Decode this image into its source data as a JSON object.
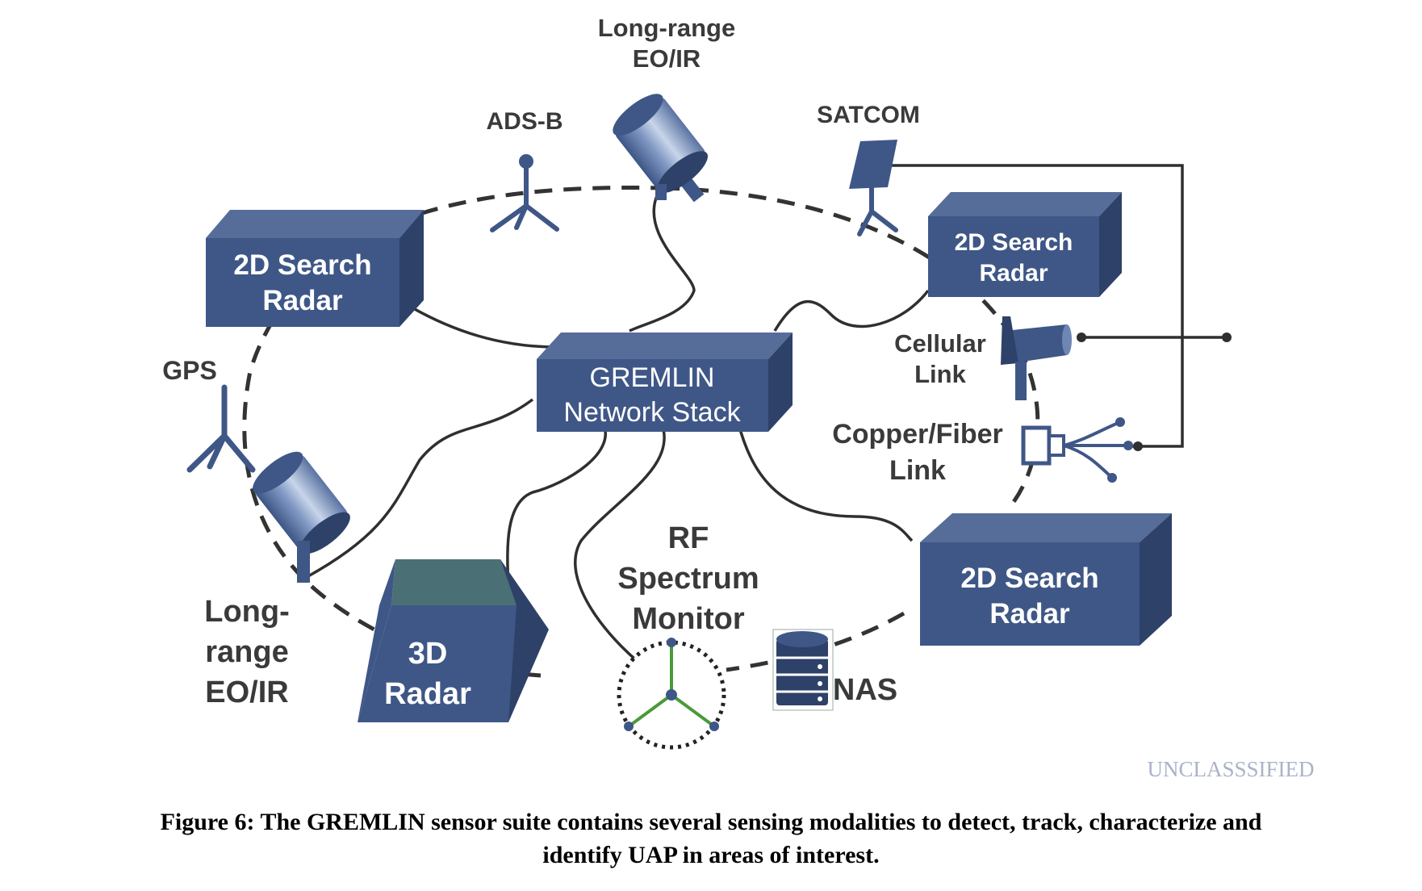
{
  "diagram": {
    "center": {
      "line1": "GREMLIN",
      "line2": "Network Stack"
    },
    "radar_top_left": {
      "line1": "2D Search",
      "line2": "Radar"
    },
    "radar_top_right": {
      "line1": "2D Search",
      "line2": "Radar"
    },
    "radar_bottom_right": {
      "line1": "2D Search",
      "line2": "Radar"
    },
    "radar_3d": {
      "line1": "3D",
      "line2": "Radar"
    },
    "eoir_top": {
      "line1": "Long-range",
      "line2": "EO/IR"
    },
    "eoir_left": {
      "line1": "Long-",
      "line2": "range",
      "line3": "EO/IR"
    },
    "adsb": "ADS-B",
    "satcom": "SATCOM",
    "gps": "GPS",
    "cellular": {
      "line1": "Cellular",
      "line2": "Link"
    },
    "copper_fiber": {
      "line1": "Copper/Fiber",
      "line2": "Link"
    },
    "rf_monitor": {
      "line1": "RF",
      "line2": "Spectrum",
      "line3": "Monitor"
    },
    "nas": "NAS",
    "colors": {
      "box_front": "#3f5787",
      "box_top": "#566d9a",
      "box_side": "#2e4168",
      "accent_green": "#4a9a3a",
      "line": "#2f2f2f"
    }
  },
  "marking": "UNCLASSSIFIED",
  "caption": {
    "line1": "Figure 6:  The GREMLIN sensor suite contains several sensing modalities to detect, track, characterize and",
    "line2": "identify UAP in areas of interest."
  }
}
